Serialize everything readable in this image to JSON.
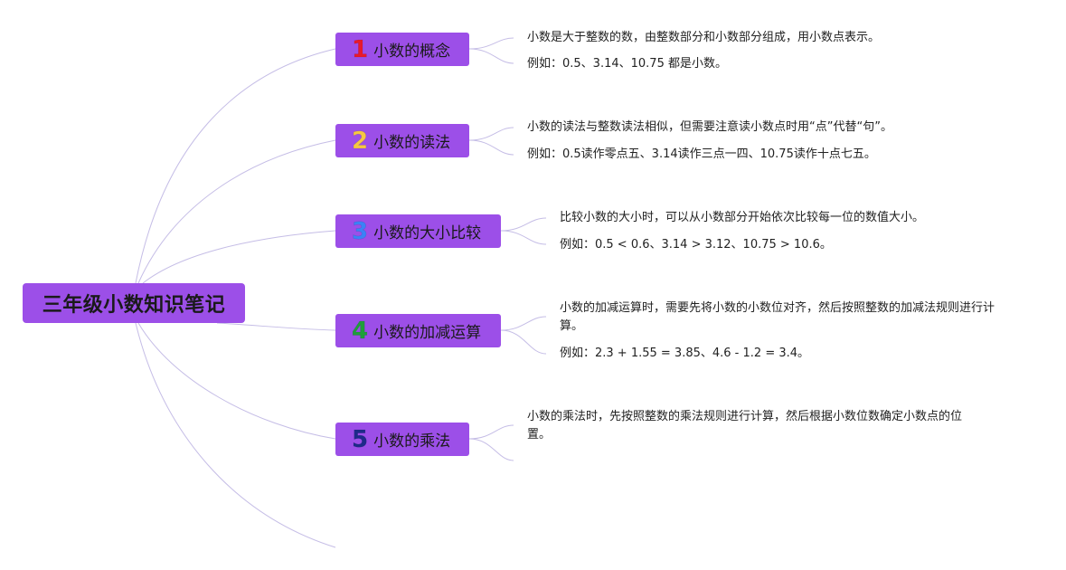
{
  "root": {
    "title": "三年级小数知识笔记"
  },
  "topics": [
    {
      "number": "1",
      "number_color": "#e8192c",
      "label": "小数的概念",
      "notes": [
        "小数是大于整数的数，由整数部分和小数部分组成，用小数点表示。",
        "例如：0.5、3.14、10.75 都是小数。"
      ]
    },
    {
      "number": "2",
      "number_color": "#f5c842",
      "label": "小数的读法",
      "notes": [
        "小数的读法与整数读法相似，但需要注意读小数点时用“点”代替“句”。",
        "例如：0.5读作零点五、3.14读作三点一四、10.75读作十点七五。"
      ]
    },
    {
      "number": "3",
      "number_color": "#3b82f6",
      "label": "小数的大小比较",
      "notes": [
        "比较小数的大小时，可以从小数部分开始依次比较每一位的数值大小。",
        "例如：0.5 < 0.6、3.14 > 3.12、10.75 > 10.6。"
      ]
    },
    {
      "number": "4",
      "number_color": "#1f9e3a",
      "label": "小数的加减运算",
      "notes": [
        "小数的加减运算时，需要先将小数的小数位对齐，然后按照整数的加减法规则进行计算。",
        "例如：2.3 + 1.55 = 3.85、4.6 - 1.2 = 3.4。"
      ]
    },
    {
      "number": "5",
      "number_color": "#1e2a8a",
      "label": "小数的乘法",
      "notes": [
        "小数的乘法时，先按照整数的乘法规则进行计算，然后根据小数位数确定小数点的位置。"
      ]
    }
  ]
}
